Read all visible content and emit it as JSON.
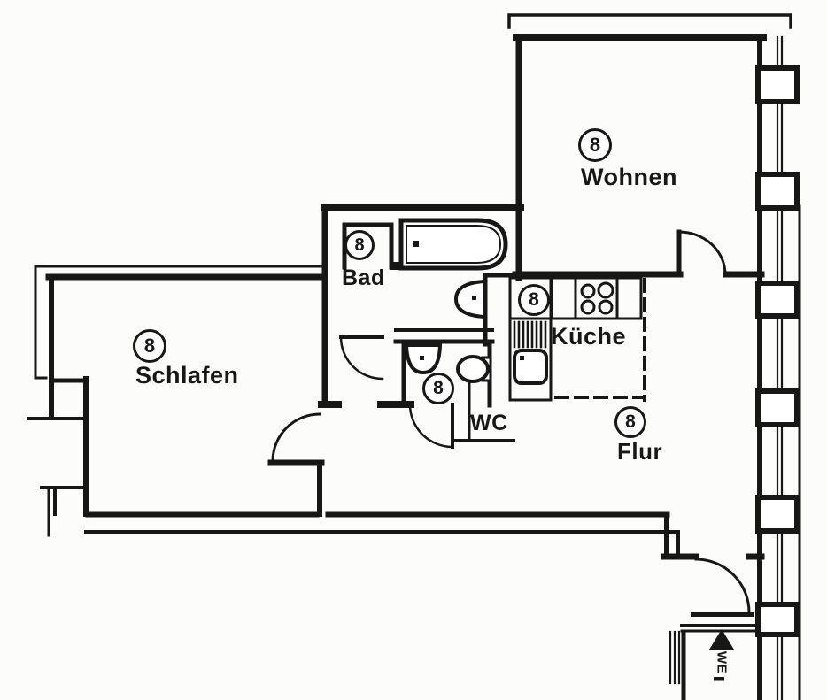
{
  "plan": {
    "unit_number": "8",
    "rooms": [
      {
        "id": "wohnen",
        "label": "Wohnen",
        "unit": "8"
      },
      {
        "id": "schlafen",
        "label": "Schlafen",
        "unit": "8"
      },
      {
        "id": "bad",
        "label": "Bad",
        "unit": "8"
      },
      {
        "id": "kueche",
        "label": "Küche",
        "unit": "8"
      },
      {
        "id": "wc",
        "label": "WC",
        "unit": "8"
      },
      {
        "id": "flur",
        "label": "Flur",
        "unit": "8"
      }
    ],
    "entrance_label": "WE",
    "colors": {
      "line": "#171717",
      "background": "#fcfcfa"
    },
    "fixtures": [
      "bathtub",
      "bad-washbasin",
      "wc-washbasin",
      "toilet",
      "kitchen-sink",
      "stove-burners",
      "kitchen-hatch",
      "entrance-arrow"
    ]
  }
}
